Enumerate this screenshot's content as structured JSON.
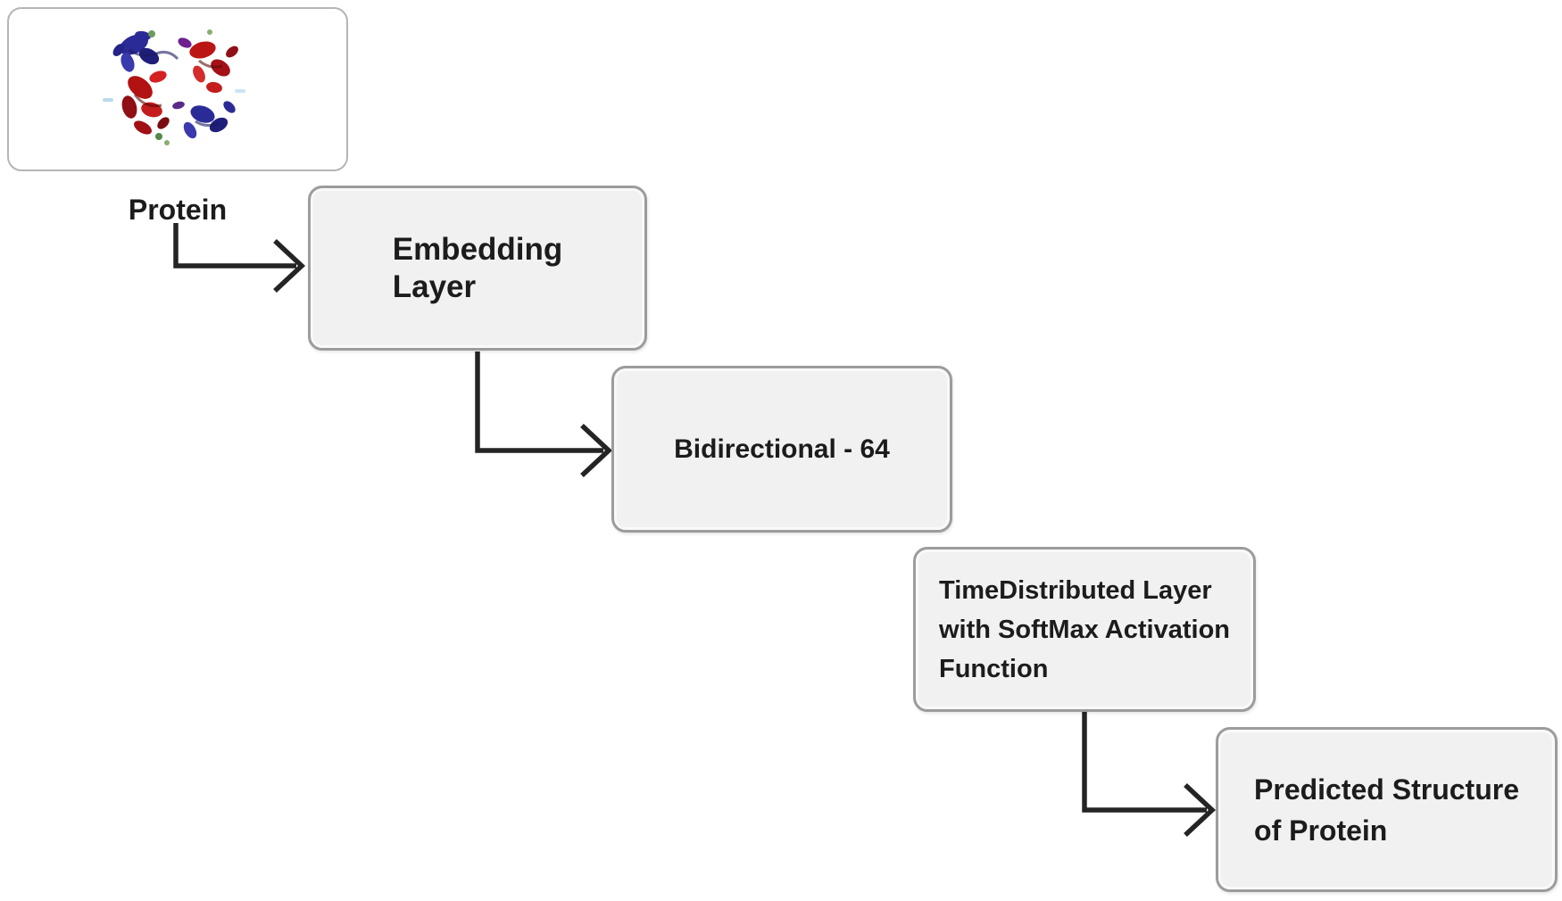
{
  "diagram": {
    "input": {
      "label": "Protein",
      "image": "protein-3d-structure"
    },
    "nodes": [
      {
        "id": "embedding-layer",
        "lines": [
          "Embedding",
          "Layer"
        ]
      },
      {
        "id": "bidirectional-64",
        "lines": [
          "Bidirectional - 64"
        ]
      },
      {
        "id": "timedistributed-softmax",
        "lines": [
          "TimeDistributed Layer",
          "with SoftMax Activation",
          "Function"
        ]
      },
      {
        "id": "predicted-structure",
        "lines": [
          "Predicted Structure",
          "of Protein"
        ]
      }
    ],
    "colors": {
      "box_fill": "#f1f1f1",
      "box_border": "#9c9c9c",
      "image_box_fill": "#ffffff",
      "image_box_border": "#b5b5b5",
      "arrow": "#242424",
      "text": "#1c1c1c",
      "background": "#ffffff"
    }
  }
}
